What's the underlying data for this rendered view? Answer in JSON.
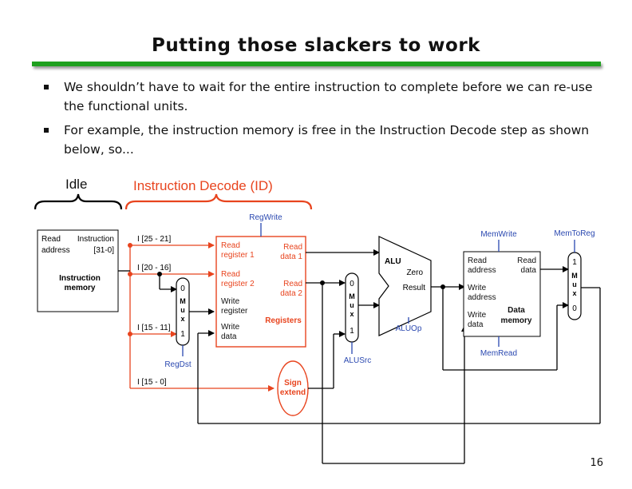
{
  "slide": {
    "title": "Putting those slackers to work",
    "bullets": [
      "We shouldn’t have to wait for the entire instruction to complete before we can re-use the functional units.",
      "For example, the instruction memory is free in the Instruction Decode step as shown below, so..."
    ],
    "page_number": "16"
  },
  "stages": {
    "idle": "Idle",
    "decode": "Instruction Decode (ID)"
  },
  "instruction_memory": {
    "read_address": "Read",
    "read_address_2": "address",
    "instruction": "Instruction",
    "instruction_bits": "[31-0]",
    "name_1": "Instruction",
    "name_2": "memory"
  },
  "fields": {
    "rs": "I [25 - 21]",
    "rt": "I [20 - 16]",
    "rd": "I [15 - 11]",
    "imm": "I [15 - 0]"
  },
  "mux_regdst": {
    "in0": "0",
    "l1": "M",
    "l2": "u",
    "l3": "x",
    "in1": "1",
    "control": "RegDst"
  },
  "registers": {
    "read_reg1_a": "Read",
    "read_reg1_b": "register 1",
    "read_reg2_a": "Read",
    "read_reg2_b": "register 2",
    "write_reg_a": "Write",
    "write_reg_b": "register",
    "write_data_a": "Write",
    "write_data_b": "data",
    "read_data1_a": "Read",
    "read_data1_b": "data 1",
    "read_data2_a": "Read",
    "read_data2_b": "data 2",
    "name": "Registers",
    "control": "RegWrite"
  },
  "sign_extend": {
    "line1": "Sign",
    "line2": "extend"
  },
  "mux_alusrc": {
    "in0": "0",
    "l1": "M",
    "l2": "u",
    "l3": "x",
    "in1": "1",
    "control": "ALUSrc"
  },
  "alu": {
    "name": "ALU",
    "zero": "Zero",
    "result": "Result",
    "control": "ALUOp"
  },
  "data_memory": {
    "read_address_a": "Read",
    "read_address_b": "address",
    "write_address_a": "Write",
    "write_address_b": "address",
    "write_data_a": "Write",
    "write_data_b": "data",
    "read_data_a": "Read",
    "read_data_b": "data",
    "name_1": "Data",
    "name_2": "memory",
    "control_write": "MemWrite",
    "control_read": "MemRead"
  },
  "mux_memtoreg": {
    "in1": "1",
    "l1": "M",
    "l2": "u",
    "l3": "x",
    "in0": "0",
    "control": "MemToReg"
  },
  "colors": {
    "active": "#e8441e",
    "control": "#2a48b0",
    "rule": "#1ea01e",
    "wire": "#000000"
  }
}
